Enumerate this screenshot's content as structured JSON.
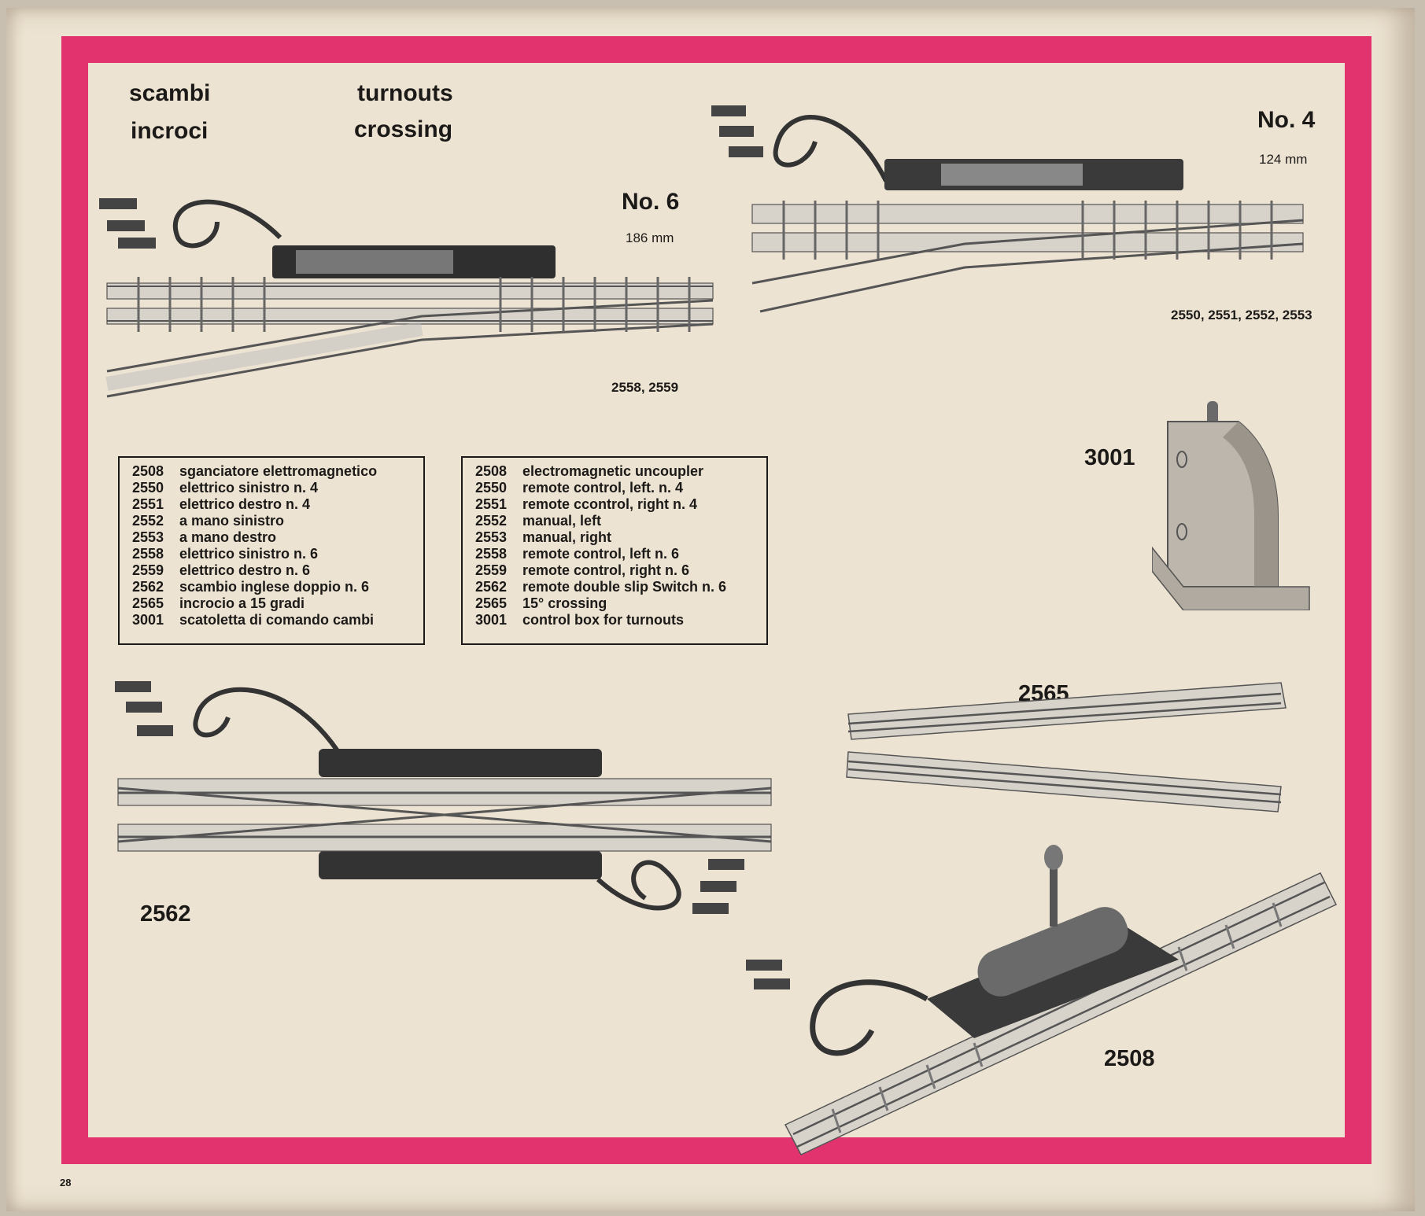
{
  "headings": {
    "it_line1": "scambi",
    "it_line2": "incroci",
    "en_line1": "turnouts",
    "en_line2": "crossing"
  },
  "turnout6": {
    "label": "No. 6",
    "size": "186 mm",
    "codes": "2558, 2559"
  },
  "turnout4": {
    "label": "No. 4",
    "size": "124 mm",
    "codes": "2550, 2551, 2552, 2553"
  },
  "legend_it": [
    {
      "code": "2508",
      "desc": "sganciatore elettromagnetico"
    },
    {
      "code": "2550",
      "desc": "elettrico sinistro n. 4"
    },
    {
      "code": "2551",
      "desc": "elettrico destro n. 4"
    },
    {
      "code": "2552",
      "desc": "a mano sinistro"
    },
    {
      "code": "2553",
      "desc": "a mano destro"
    },
    {
      "code": "2558",
      "desc": "elettrico sinistro n. 6"
    },
    {
      "code": "2559",
      "desc": "elettrico destro n. 6"
    },
    {
      "code": "2562",
      "desc": "scambio inglese doppio n. 6"
    },
    {
      "code": "2565",
      "desc": "incrocio a 15 gradi"
    },
    {
      "code": "3001",
      "desc": "scatoletta di comando cambi"
    }
  ],
  "legend_en": [
    {
      "code": "2508",
      "desc": "electromagnetic uncoupler"
    },
    {
      "code": "2550",
      "desc": "remote control, left. n. 4"
    },
    {
      "code": "2551",
      "desc": "remote ccontrol, right n. 4"
    },
    {
      "code": "2552",
      "desc": "manual, left"
    },
    {
      "code": "2553",
      "desc": "manual, right"
    },
    {
      "code": "2558",
      "desc": "remote control, left n. 6"
    },
    {
      "code": "2559",
      "desc": "remote control, right n. 6"
    },
    {
      "code": "2562",
      "desc": "remote double slip Switch n. 6"
    },
    {
      "code": "2565",
      "desc": "15° crossing"
    },
    {
      "code": "3001",
      "desc": "control box for turnouts"
    }
  ],
  "labels": {
    "control_box": "3001",
    "crossing": "2565",
    "double_slip": "2562",
    "uncoupler": "2508"
  },
  "page_number": "28",
  "colors": {
    "frame": "#e2336f",
    "paper": "#ede3d2",
    "ink": "#1c1a18"
  }
}
